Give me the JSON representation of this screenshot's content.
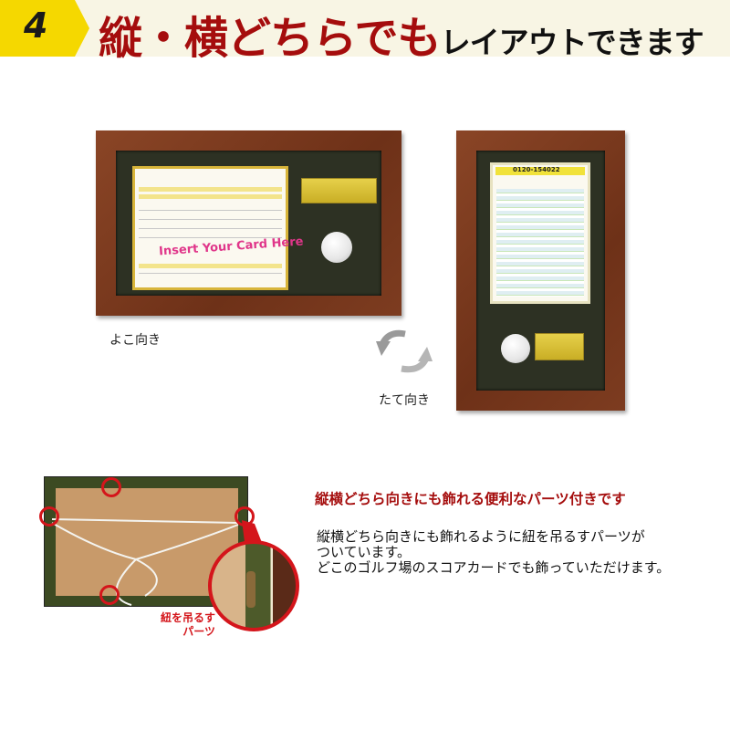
{
  "header": {
    "step_number": "4",
    "title_red": "縦・横どちらでも",
    "title_black": "レイアウトできます"
  },
  "horizontal_frame": {
    "card_text": "Insert Your Card Here",
    "caption": "よこ向き"
  },
  "vertical_frame": {
    "card_phone": "0120-154022",
    "caption": "たて向き"
  },
  "rotate_icon": "rotate-arrows-icon",
  "back_photo": {
    "callout_label_line1": "紐を吊るす",
    "callout_label_line2": "パーツ"
  },
  "feature": {
    "heading": "縦横どちら向きにも飾れる便利なパーツ付きです",
    "body_line1": "縦横どちら向きにも飾れるように紐を吊るすパーツが",
    "body_line2": "ついています。",
    "body_line3": "どこのゴルフ場のスコアカードでも飾っていただけます。"
  },
  "colors": {
    "accent_red": "#a50d0d",
    "tab_yellow": "#f5d800",
    "frame_brown": "#7a3a20"
  }
}
